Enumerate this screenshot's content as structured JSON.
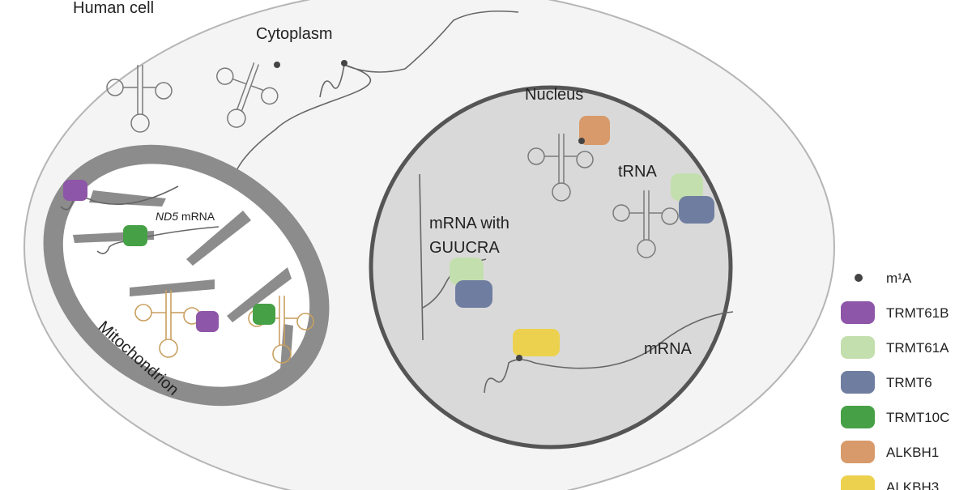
{
  "labels": {
    "human_cell": "Human cell",
    "cytoplasm": "Cytoplasm",
    "nucleus": "Nucleus",
    "trna": "tRNA",
    "mrna_with_line1": "mRNA with",
    "mrna_with_line2": "GUUCRA",
    "mrna": "mRNA",
    "nd5_italic": "ND5",
    "nd5_rest": " mRNA",
    "mitochondrion": "Mitochondrion"
  },
  "legend": [
    {
      "name": "m1a-dot",
      "label": "m¹A",
      "color": "#444444",
      "shape": "dot"
    },
    {
      "name": "trmt61b",
      "label": "TRMT61B",
      "color": "#8e56a8",
      "shape": "pill"
    },
    {
      "name": "trmt61a",
      "label": "TRMT61A",
      "color": "#c4dfae",
      "shape": "pill"
    },
    {
      "name": "trmt6",
      "label": "TRMT6",
      "color": "#6f7ea0",
      "shape": "pill"
    },
    {
      "name": "trmt10c",
      "label": "TRMT10C",
      "color": "#46a046",
      "shape": "pill"
    },
    {
      "name": "alkbh1",
      "label": "ALKBH1",
      "color": "#d89a6a",
      "shape": "pill"
    },
    {
      "name": "alkbh3",
      "label": "ALKBH3",
      "color": "#ecd14e",
      "shape": "pill"
    }
  ],
  "colors": {
    "cell_fill": "#f4f4f4",
    "cell_stroke": "#b5b5b5",
    "nucleus_fill": "#d9d9d9",
    "nucleus_stroke": "#555555",
    "mito_outer": "#8c8c8c",
    "mito_inner": "#ffffff"
  }
}
